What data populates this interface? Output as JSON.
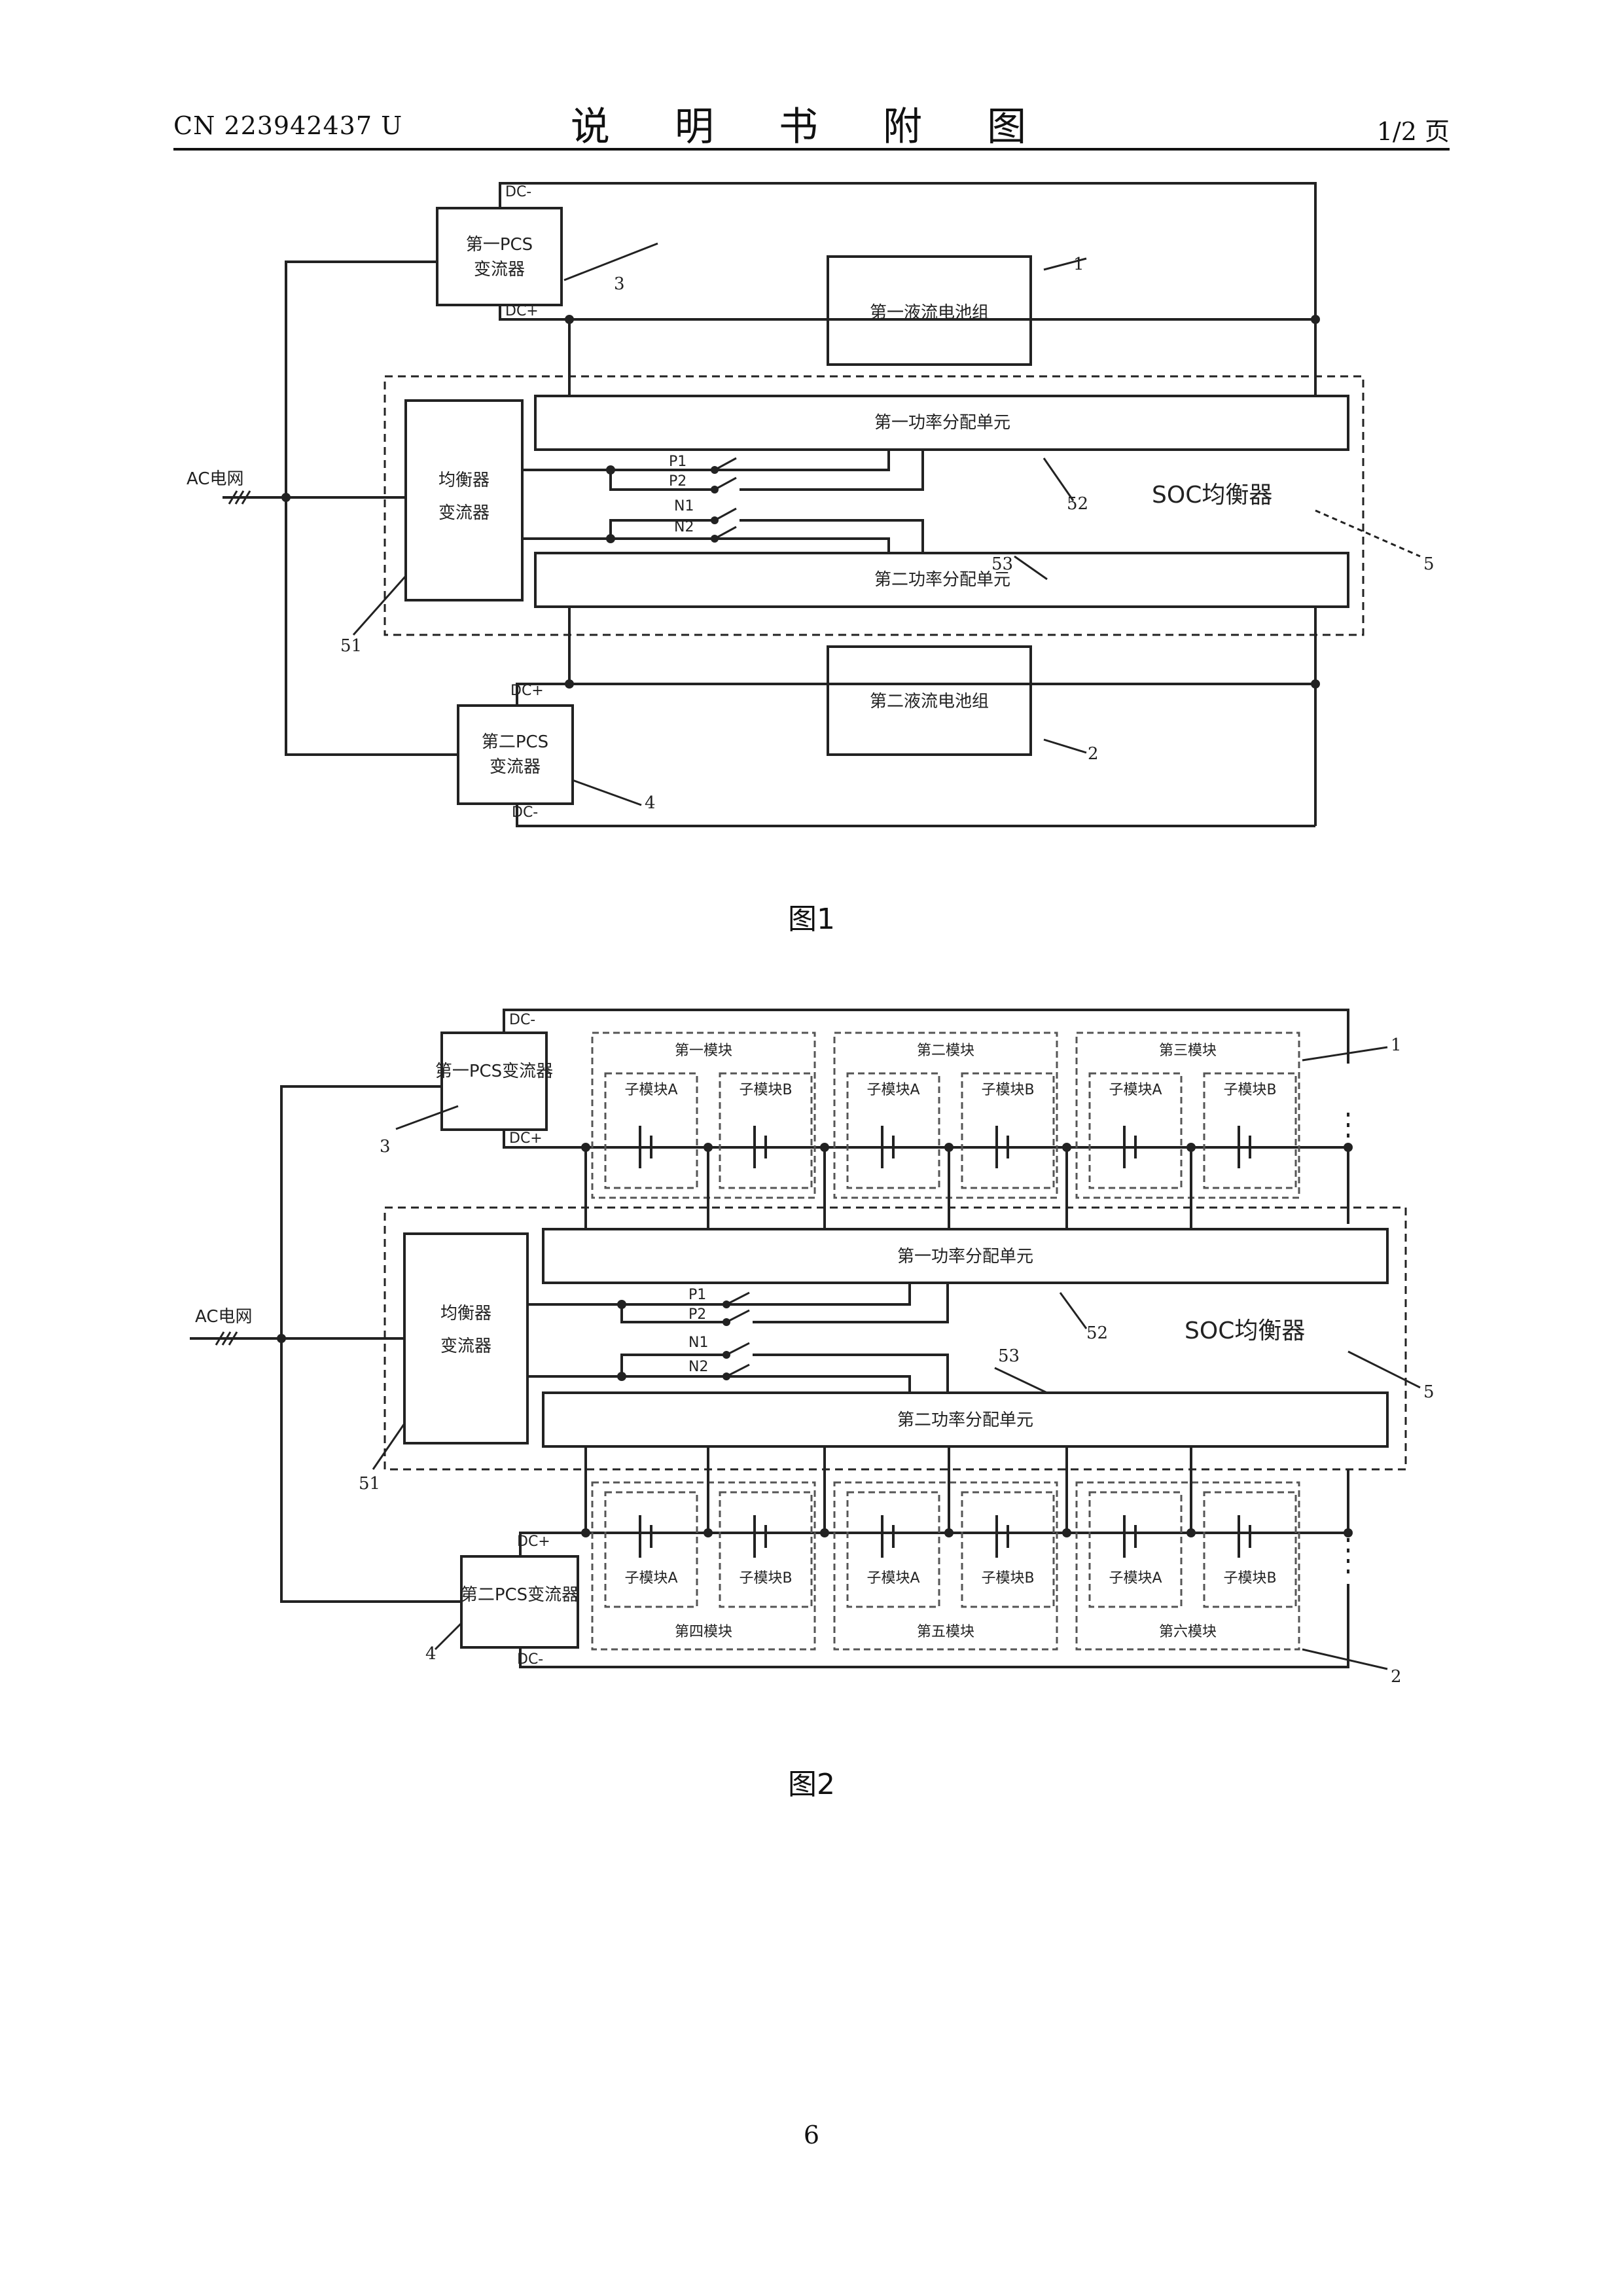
{
  "header": {
    "doc_number": "CN 223942437 U",
    "title": "说 明 书 附 图",
    "page_of": "1/2 页"
  },
  "figure1": {
    "caption": "图1",
    "pcs1_line1": "第一PCS",
    "pcs1_line2": "变流器",
    "pcs2_line1": "第二PCS",
    "pcs2_line2": "变流器",
    "battery1": "第一液流电池组",
    "battery2": "第二液流电池组",
    "balancer_line1": "均衡器",
    "balancer_line2": "变流器",
    "power_unit1": "第一功率分配单元",
    "power_unit2": "第二功率分配单元",
    "soc": "SOC均衡器",
    "ac_grid": "AC电网",
    "dc_minus": "DC-",
    "dc_plus": "DC+",
    "switches": [
      "P1",
      "P2",
      "N1",
      "N2"
    ],
    "refs": {
      "r1": "1",
      "r2": "2",
      "r3": "3",
      "r4": "4",
      "r5": "5",
      "r51": "51",
      "r52": "52",
      "r53": "53"
    }
  },
  "figure2": {
    "caption": "图2",
    "pcs1": "第一PCS变流器",
    "pcs2": "第二PCS变流器",
    "balancer_line1": "均衡器",
    "balancer_line2": "变流器",
    "power_unit1": "第一功率分配单元",
    "power_unit2": "第二功率分配单元",
    "soc": "SOC均衡器",
    "ac_grid": "AC电网",
    "dc_minus": "DC-",
    "dc_plus": "DC+",
    "switches": [
      "P1",
      "P2",
      "N1",
      "N2"
    ],
    "top_modules": [
      "第一模块",
      "第二模块",
      "第三模块"
    ],
    "bottom_modules": [
      "第四模块",
      "第五模块",
      "第六模块"
    ],
    "submodule_a": "子模块A",
    "submodule_b": "子模块B",
    "refs": {
      "r1": "1",
      "r2": "2",
      "r3": "3",
      "r4": "4",
      "r5": "5",
      "r51": "51",
      "r52": "52",
      "r53": "53"
    }
  },
  "page_number": "6"
}
